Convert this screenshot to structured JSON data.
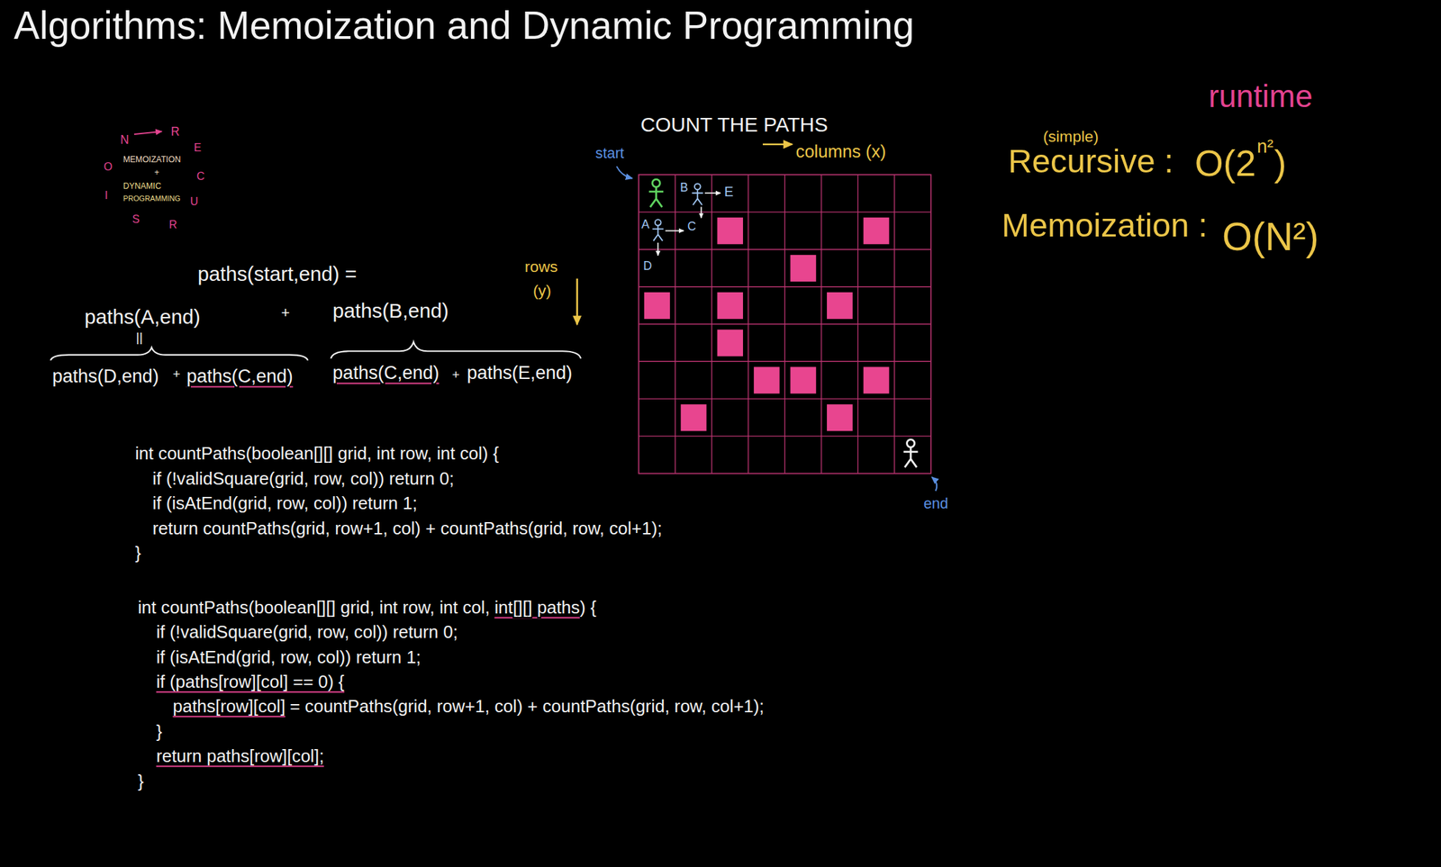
{
  "diagram": {
    "title": "Algorithms: Memoization and Dynamic Programming",
    "labels": [
      "R",
      "E",
      "C",
      "U",
      "R",
      "S",
      "I",
      "O",
      "N",
      "MEMOIZATION",
      "+",
      "DYNAMIC",
      "PROGRAMMING",
      "paths(start,end) =",
      "paths(A,end)",
      "+",
      "paths(B,end)",
      "||",
      "paths(D,end)",
      "+",
      "paths(C,end)",
      "paths(C,end)",
      "+",
      "paths(E,end)",
      "rows",
      "(y)",
      "COUNT THE PATHS",
      "columns (x)",
      "start",
      "B",
      "E",
      "A",
      "C",
      "D",
      "end",
      "int countPaths(boolean[][] grid, int row, int col) {",
      "if (!validSquare(grid, row, col)) return 0;",
      "if (isAtEnd(grid, row, col)) return 1;",
      "return countPaths(grid, row+1, col) + countPaths(grid, row, col+1);",
      "}",
      "int countPaths(boolean[][] grid, int row, int col,",
      "int[][] paths",
      ") {",
      "if (!validSquare(grid, row, col)) return 0;",
      "if (isAtEnd(grid, row, col)) return 1;",
      "if (paths[row][col] == 0) {",
      "paths[row][col]",
      "= countPaths(grid, row+1, col) + countPaths(grid, row, col+1);",
      "}",
      "return paths[row][col];",
      "}",
      "runtime",
      "(simple)",
      "Recursive :",
      "O(2",
      "n²",
      ")",
      "Memoization :",
      "O(N²)"
    ]
  }
}
